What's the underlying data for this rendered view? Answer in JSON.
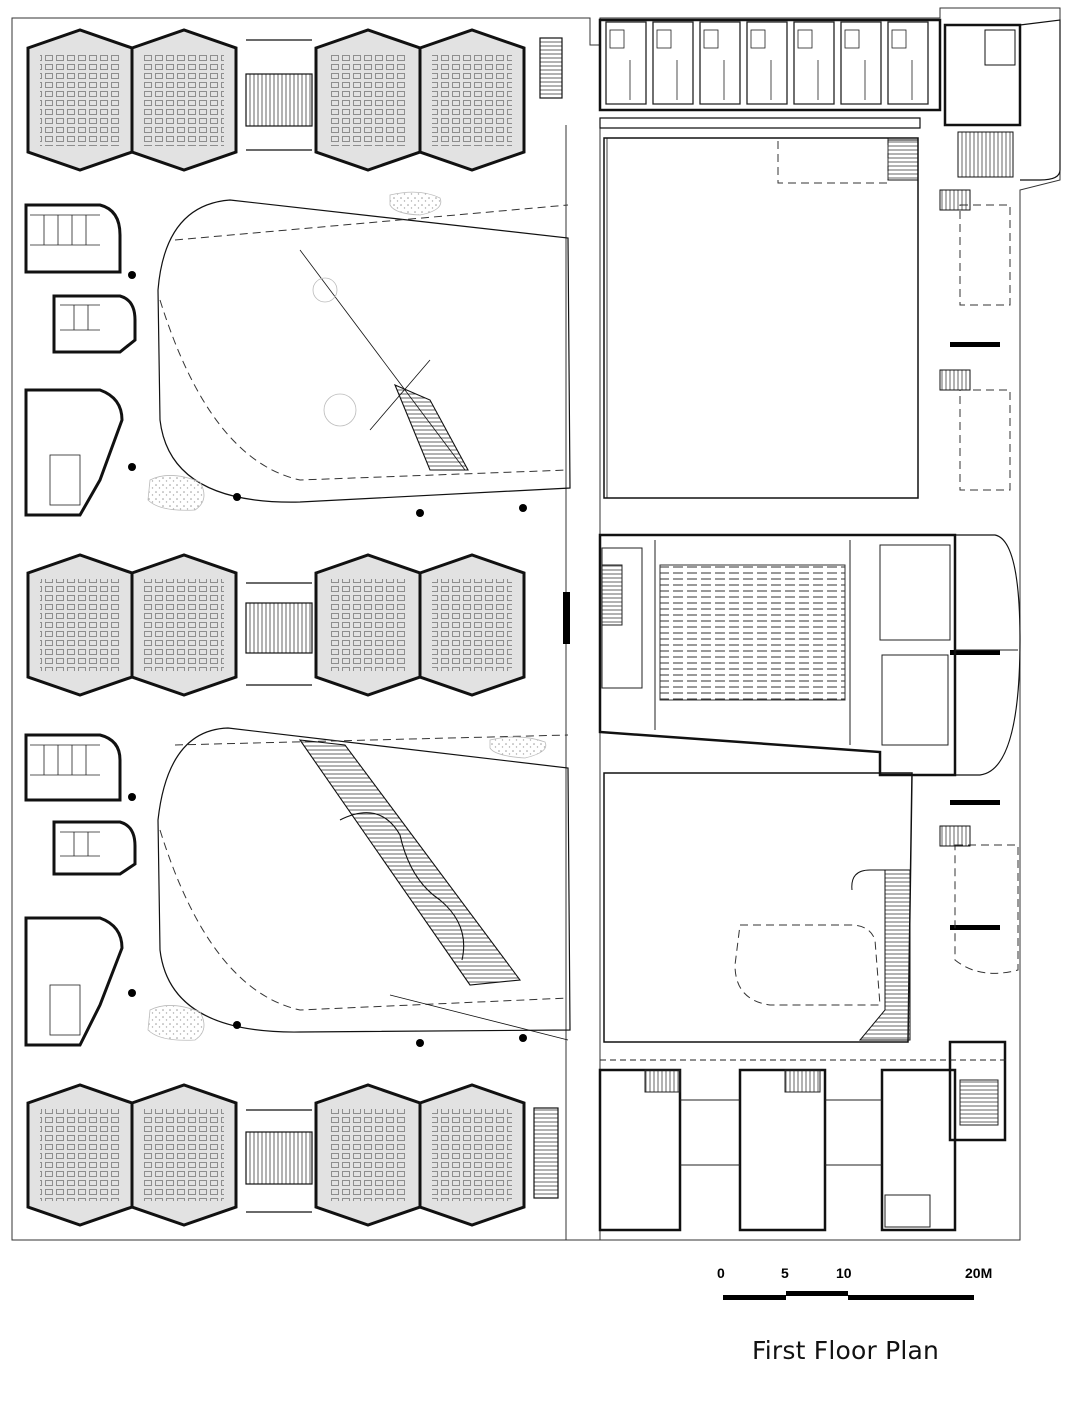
{
  "title": "First Floor Plan",
  "scale": {
    "labels": [
      "0",
      "5",
      "10",
      "20M"
    ],
    "unit": "M"
  },
  "colors": {
    "line": "#111111",
    "fill_gray": "#d9d9d9",
    "background": "#ffffff"
  }
}
